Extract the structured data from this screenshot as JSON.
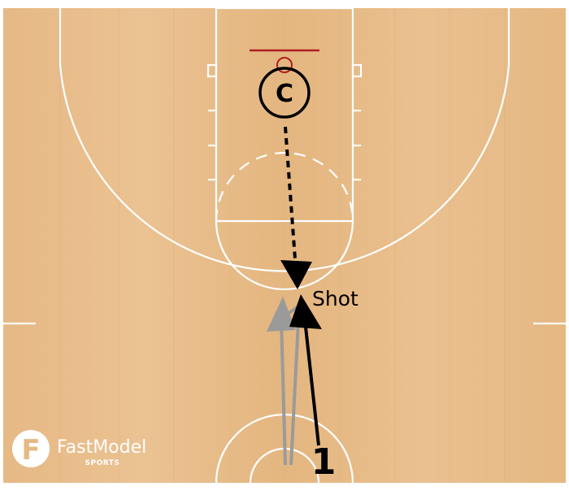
{
  "play": {
    "coach_label": "C",
    "action_label": "Shot",
    "player_label": "1"
  },
  "branding": {
    "logo_glyph": "F",
    "brand_name": "FastModel",
    "brand_sub": "SPORTS"
  },
  "colors": {
    "court_wood": "#e8bd8a",
    "court_line": "#ffffff",
    "rim": "#b01e1e",
    "pass_arrow": "#000000",
    "cut_arrow_gray": "#9a9a9a"
  },
  "icons": {
    "logo": "fastmodel-logo-icon"
  }
}
